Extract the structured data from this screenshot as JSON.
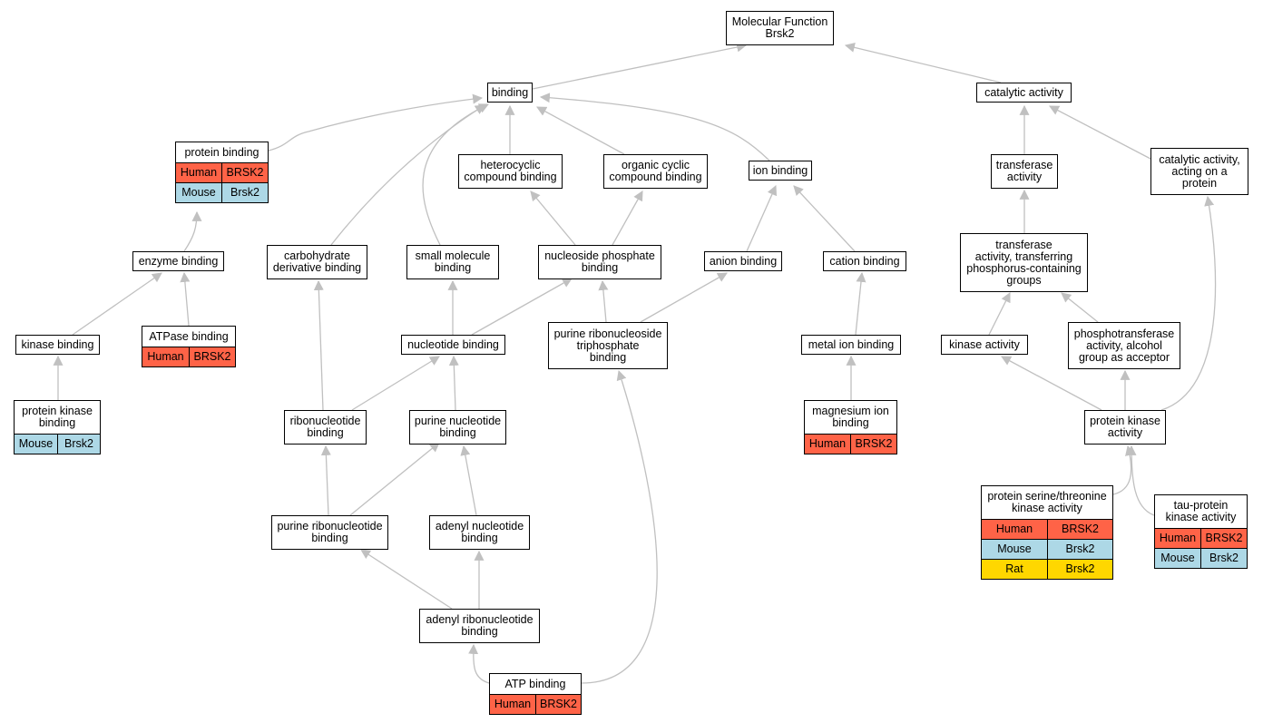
{
  "colors": {
    "edge": "#c0c0c0",
    "node_border": "#000000",
    "human": "#ff6347",
    "mouse": "#add8e6",
    "rat": "#ffd700"
  },
  "nodes": {
    "root": {
      "label": "Molecular Function\nBrsk2"
    },
    "binding": {
      "label": "binding"
    },
    "catalytic": {
      "label": "catalytic activity"
    },
    "protein_binding": {
      "label": "protein binding",
      "rows": [
        {
          "species": "Human",
          "gene": "BRSK2"
        },
        {
          "species": "Mouse",
          "gene": "Brsk2"
        }
      ]
    },
    "heterocyclic": {
      "label": "heterocyclic\ncompound binding"
    },
    "organic_cyclic": {
      "label": "organic cyclic\ncompound binding"
    },
    "ion_binding": {
      "label": "ion binding"
    },
    "transferase": {
      "label": "transferase\nactivity"
    },
    "cat_protein": {
      "label": "catalytic activity,\nacting on a\nprotein"
    },
    "enzyme_binding": {
      "label": "enzyme binding"
    },
    "carb_deriv": {
      "label": "carbohydrate\nderivative binding"
    },
    "small_mol": {
      "label": "small molecule\nbinding"
    },
    "nuc_phos": {
      "label": "nucleoside phosphate\nbinding"
    },
    "anion": {
      "label": "anion binding"
    },
    "cation": {
      "label": "cation binding"
    },
    "transf_phos": {
      "label": "transferase\nactivity, transferring\nphosphorus-containing\ngroups"
    },
    "kinase_binding": {
      "label": "kinase binding"
    },
    "atpase": {
      "label": "ATPase binding",
      "rows": [
        {
          "species": "Human",
          "gene": "BRSK2"
        }
      ]
    },
    "nucleotide": {
      "label": "nucleotide binding"
    },
    "purine_ribonucleoside_tri": {
      "label": "purine ribonucleoside\ntriphosphate\nbinding"
    },
    "metal_ion": {
      "label": "metal ion binding"
    },
    "kinase_activity": {
      "label": "kinase activity"
    },
    "phosphotransferase": {
      "label": "phosphotransferase\nactivity, alcohol\ngroup as acceptor"
    },
    "protein_kinase_binding": {
      "label": "protein kinase\nbinding",
      "rows": [
        {
          "species": "Mouse",
          "gene": "Brsk2"
        }
      ]
    },
    "ribonucleotide": {
      "label": "ribonucleotide\nbinding"
    },
    "purine_nucleotide": {
      "label": "purine nucleotide\nbinding"
    },
    "magnesium": {
      "label": "magnesium ion\nbinding",
      "rows": [
        {
          "species": "Human",
          "gene": "BRSK2"
        }
      ]
    },
    "protein_kinase_activity": {
      "label": "protein kinase\nactivity"
    },
    "purine_ribonucleotide": {
      "label": "purine ribonucleotide\nbinding"
    },
    "adenyl_nucleotide": {
      "label": "adenyl nucleotide\nbinding"
    },
    "ser_thr": {
      "label": "protein serine/threonine\nkinase activity",
      "rows": [
        {
          "species": "Human",
          "gene": "BRSK2"
        },
        {
          "species": "Mouse",
          "gene": "Brsk2"
        },
        {
          "species": "Rat",
          "gene": "Brsk2"
        }
      ]
    },
    "tau": {
      "label": "tau-protein\nkinase activity",
      "rows": [
        {
          "species": "Human",
          "gene": "BRSK2"
        },
        {
          "species": "Mouse",
          "gene": "Brsk2"
        }
      ]
    },
    "adenyl_ribonucleotide": {
      "label": "adenyl ribonucleotide\nbinding"
    },
    "atp": {
      "label": "ATP binding",
      "rows": [
        {
          "species": "Human",
          "gene": "BRSK2"
        }
      ]
    }
  }
}
